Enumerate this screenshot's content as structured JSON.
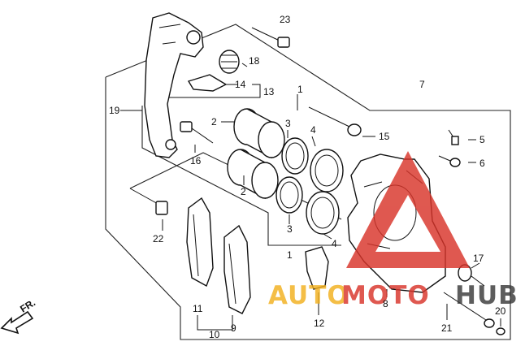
{
  "labels": {
    "n1a": "1",
    "n1b": "1",
    "n2a": "2",
    "n2b": "2",
    "n3a": "3",
    "n3b": "3",
    "n4a": "4",
    "n4b": "4",
    "n5": "5",
    "n6": "6",
    "n7": "7",
    "n8": "8",
    "n9": "9",
    "n10": "10",
    "n11": "11",
    "n12": "12",
    "n13": "13",
    "n14": "14",
    "n15": "15",
    "n16": "16",
    "n17": "17",
    "n18": "18",
    "n19": "19",
    "n20": "20",
    "n21": "21",
    "n22": "22",
    "n23": "23"
  },
  "direction_label": "FR.",
  "watermark": {
    "text_left": "AUTO",
    "text_mid": "MOTO",
    "text_right": "HUB",
    "orange": "#f2b01e",
    "red": "#d8342a",
    "gray": "#3a3a3a"
  }
}
